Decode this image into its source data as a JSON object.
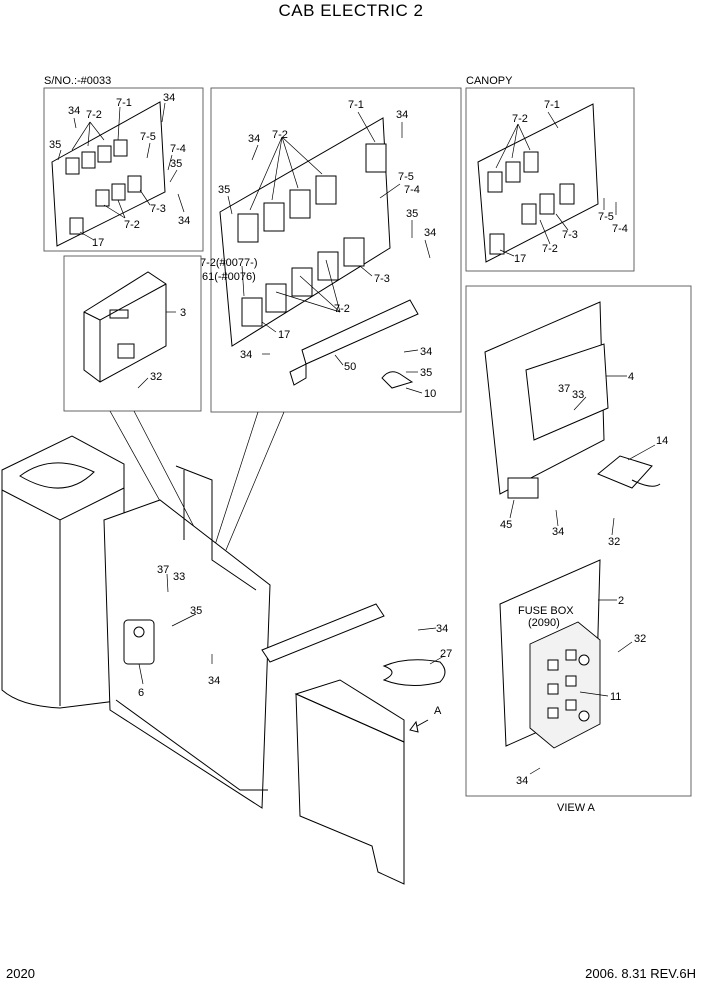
{
  "title": "CAB ELECTRIC 2",
  "page_number": "2020",
  "revision": "2006. 8.31  REV.6H",
  "panels": {
    "serial": "S/NO.:-#0033",
    "canopy": "CANOPY",
    "view_a": "VIEW A",
    "fuse_box": "FUSE BOX",
    "fuse_box_part": "(2090)",
    "arrow_a": "A"
  },
  "callouts": {
    "s_34a": "34",
    "s_72a": "7-2",
    "s_71": "7-1",
    "s_34b": "34",
    "s_35a": "35",
    "s_75": "7-5",
    "s_74": "7-4",
    "s_35b": "35",
    "s_73": "7-3",
    "s_34c": "34",
    "s_72b": "7-2",
    "s_17": "17",
    "m_71": "7-1",
    "m_34a": "34",
    "m_34b": "34",
    "m_72a": "7-2",
    "m_75": "7-5",
    "m_74": "7-4",
    "m_35a": "35",
    "m_35b": "35",
    "m_34c": "34",
    "m_72c": "7-2(#0077-)",
    "m_61": "61(-#0076)",
    "m_73": "7-3",
    "m_72b": "7-2",
    "m_17": "17",
    "m_34d": "34",
    "m_50": "50",
    "m_34e": "34",
    "m_35c": "35",
    "m_10": "10",
    "c_71": "7-1",
    "c_72a": "7-2",
    "c_75": "7-5",
    "c_74": "7-4",
    "c_73": "7-3",
    "c_72b": "7-2",
    "c_17": "17",
    "u_3": "3",
    "u_32": "32",
    "v_4": "4",
    "v_37": "37",
    "v_33": "33",
    "v_14": "14",
    "v_45": "45",
    "v_34a": "34",
    "v_32a": "32",
    "v_2": "2",
    "v_32b": "32",
    "v_11": "11",
    "v_34b": "34",
    "b_37": "37",
    "b_33": "33",
    "b_35": "35",
    "b_34a": "34",
    "b_6": "6",
    "b_34b": "34",
    "b_27": "27"
  }
}
